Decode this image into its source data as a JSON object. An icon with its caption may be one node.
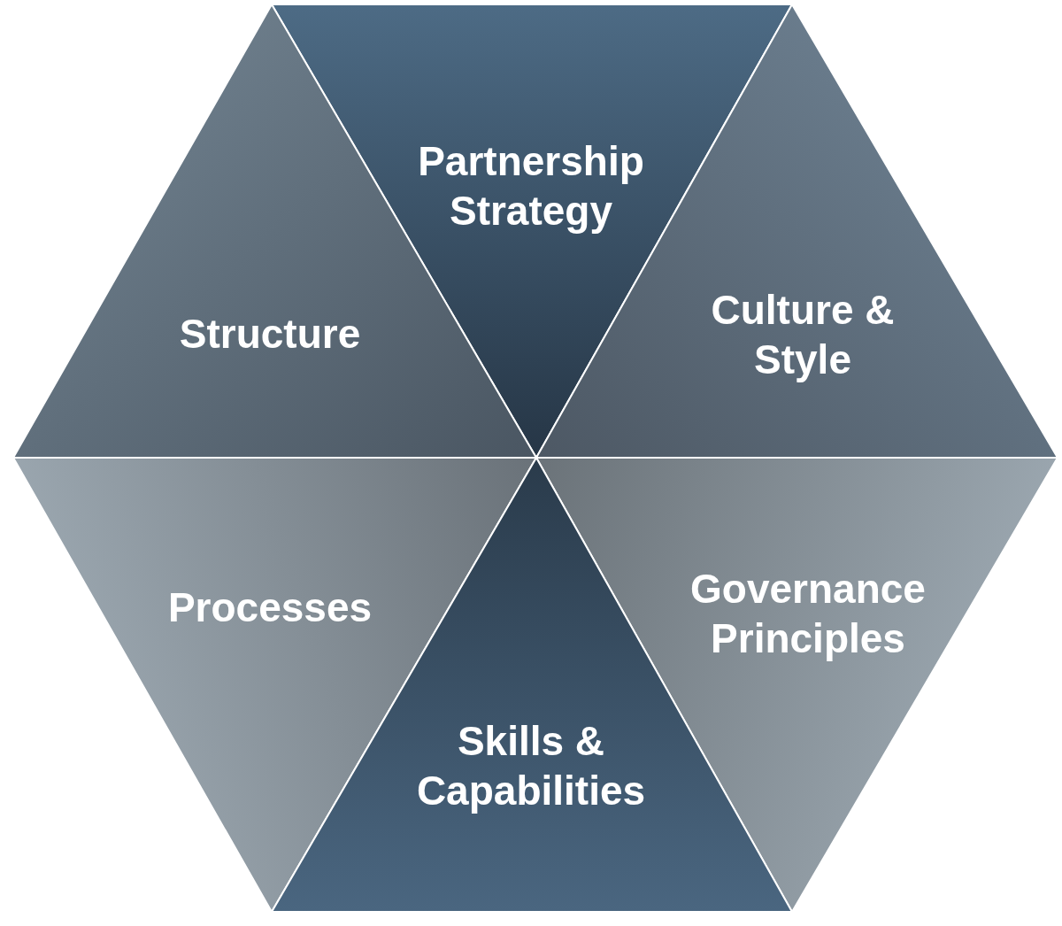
{
  "diagram": {
    "nodes": [
      {
        "text": [
          "Partnership Strategy"
        ]
      },
      {
        "text": [
          "Structure"
        ]
      },
      {
        "text": [
          "Culture & Style"
        ]
      },
      {
        "text": [
          "Processes"
        ]
      },
      {
        "text": [
          "Governance Principles"
        ]
      },
      {
        "text": [
          "Skills & Capabilities"
        ]
      }
    ]
  }
}
